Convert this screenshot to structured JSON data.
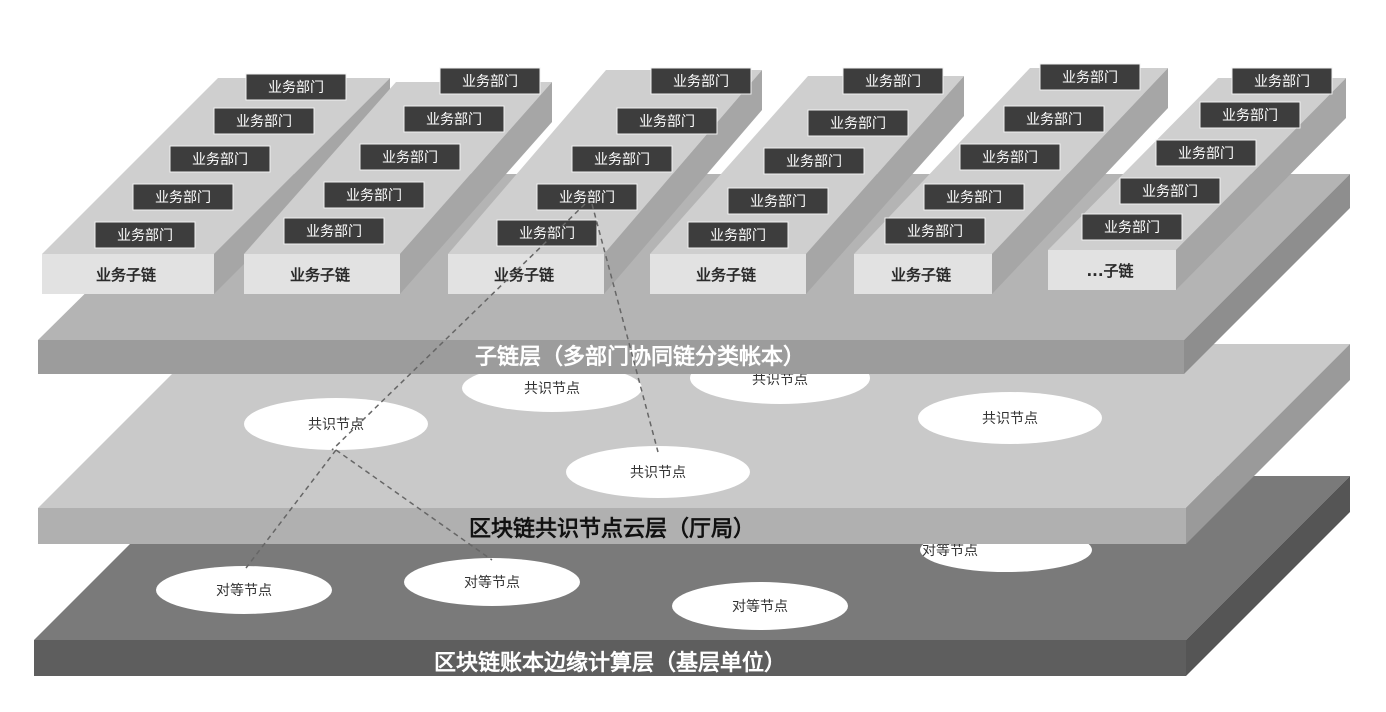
{
  "dept_label": "业务部门",
  "chains": [
    {
      "label": "业务子链"
    },
    {
      "label": "业务子链"
    },
    {
      "label": "业务子链"
    },
    {
      "label": "业务子链"
    },
    {
      "label": "业务子链"
    },
    {
      "label": "...子链"
    }
  ],
  "layers": {
    "sublayer": "子链层（多部门协同链分类帐本）",
    "consensus": "区块链共识节点云层（厅局）",
    "edge": "区块链账本边缘计算层（基层单位）"
  },
  "consensus_node_label": "共识节点",
  "peer_node_label": "对等节点",
  "colors": {
    "dept_box": "#3d3d3d",
    "platform_light": "#c9c9c9",
    "platform_mid": "#b4b4b4",
    "platform_dark": "#777777"
  }
}
